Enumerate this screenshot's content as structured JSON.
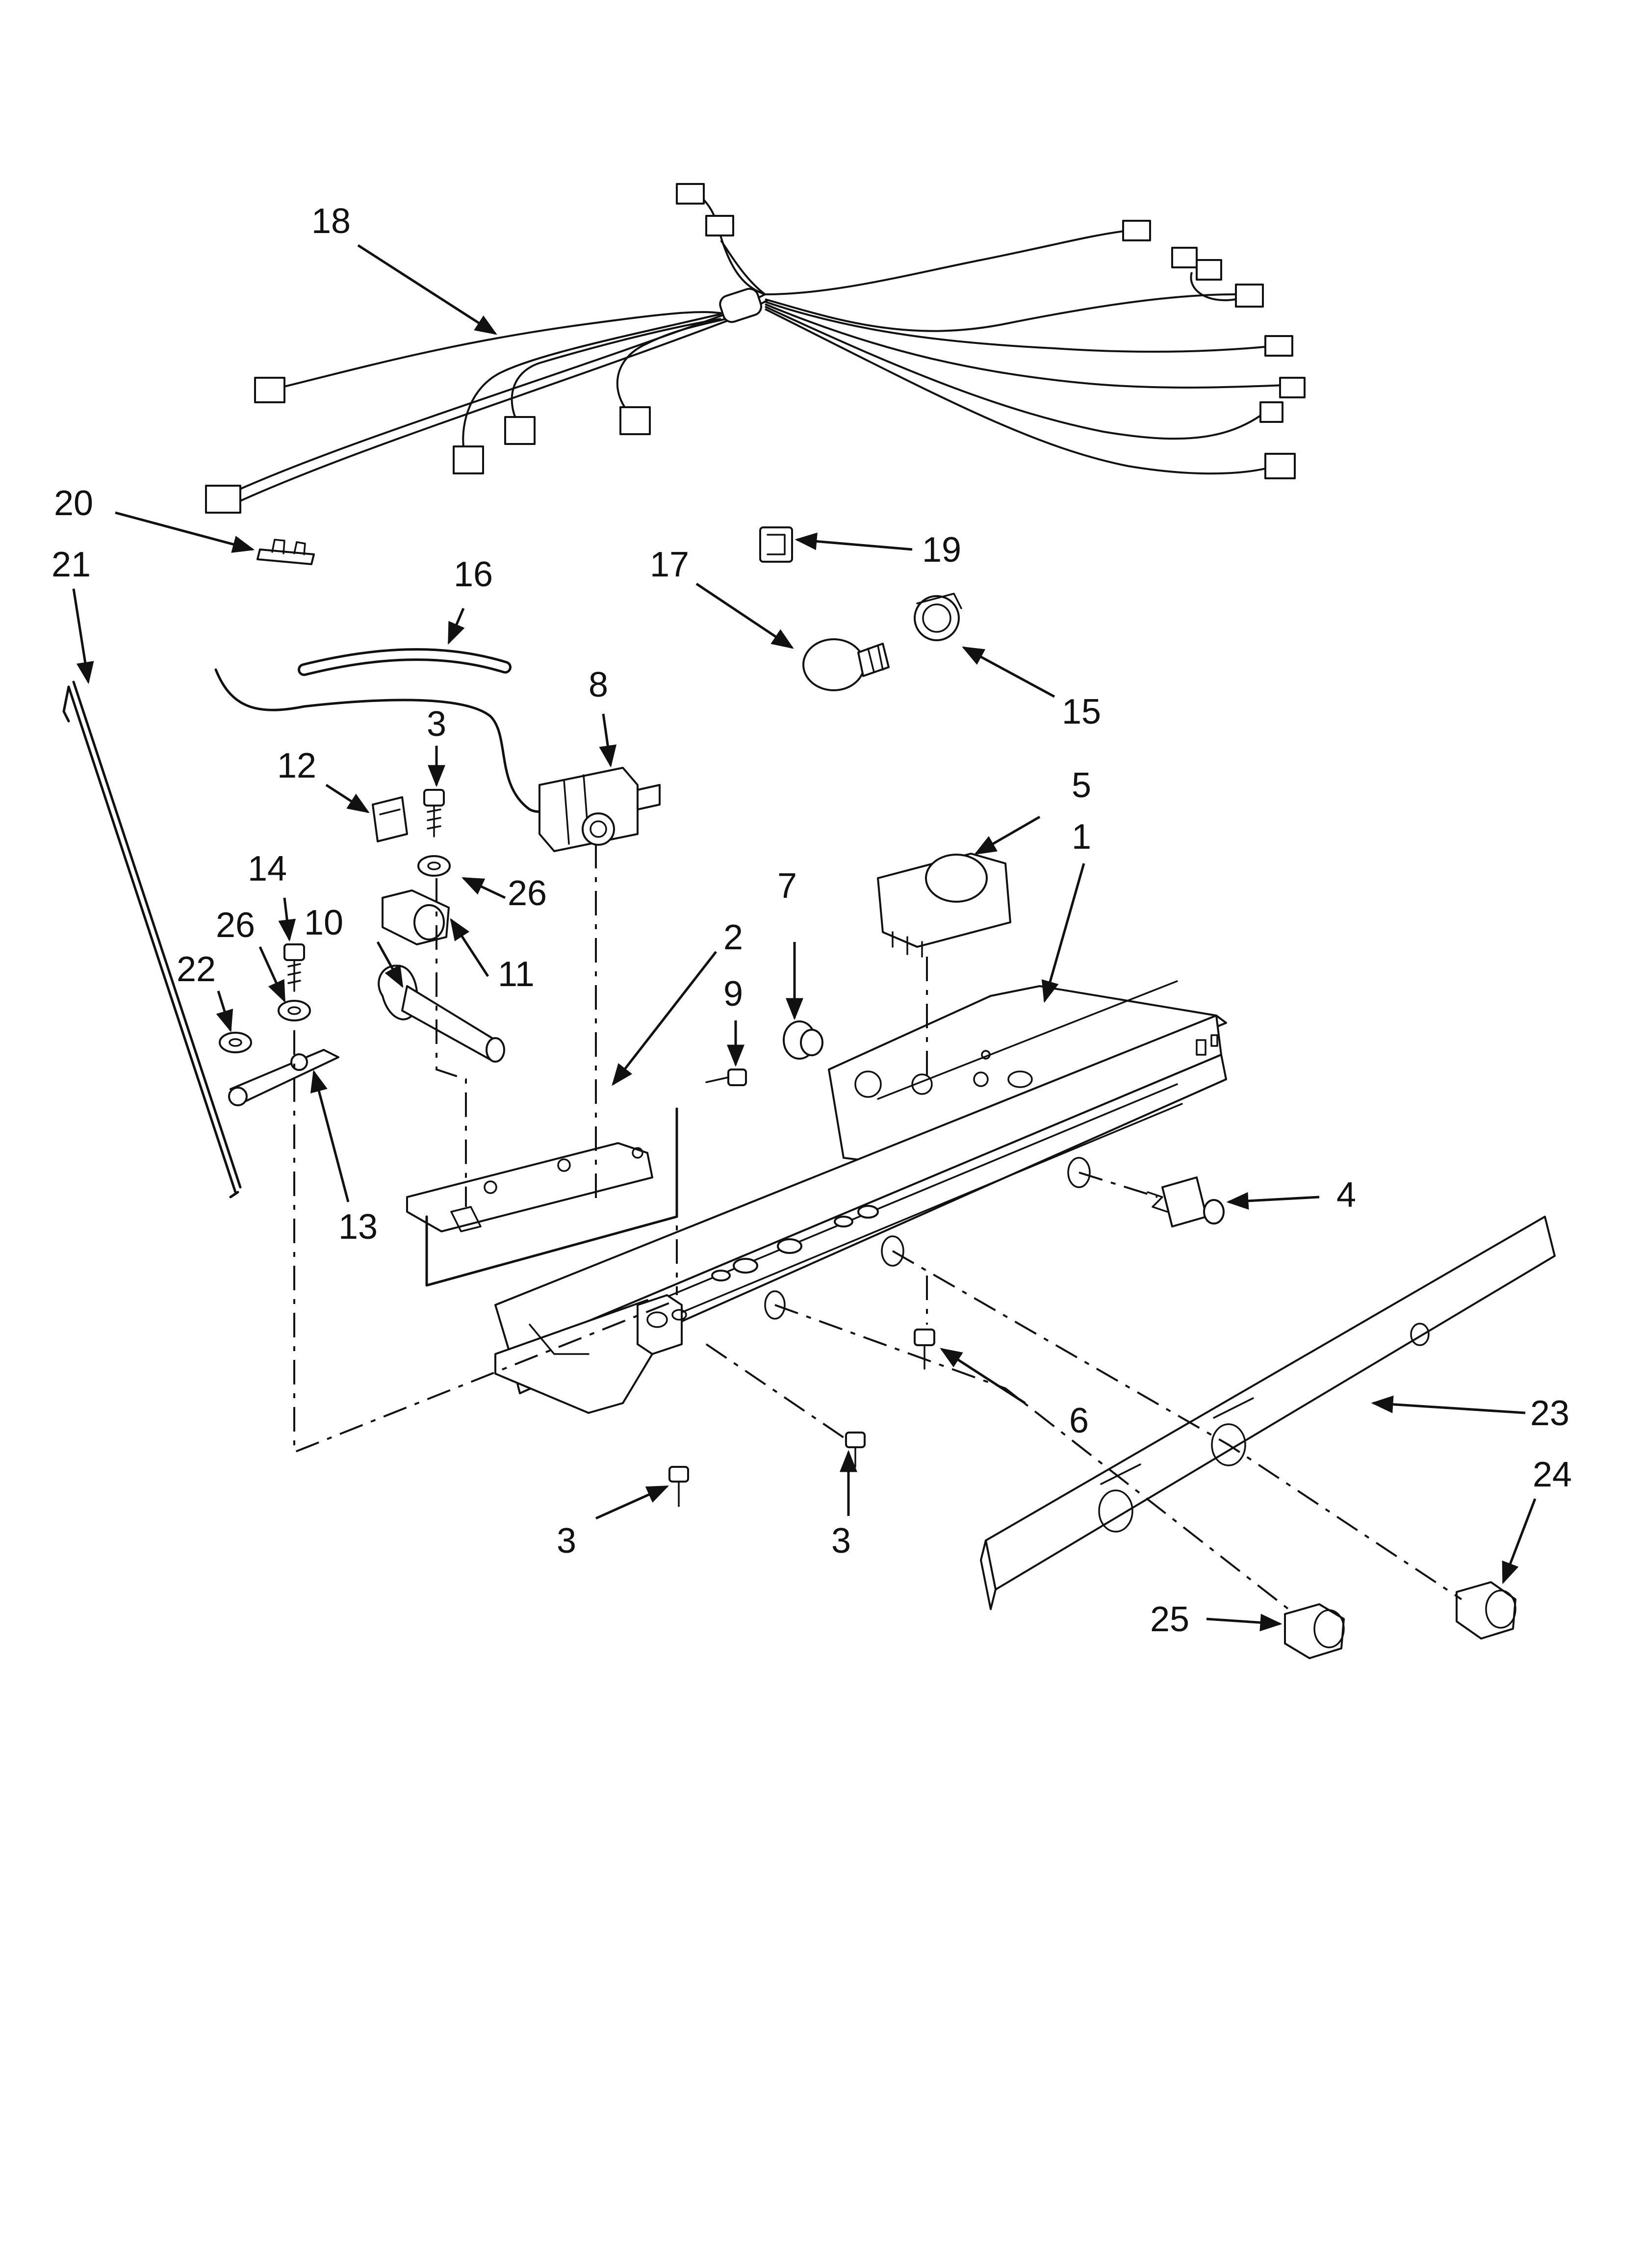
{
  "labels": {
    "p1": "1",
    "p2": "2",
    "p3a": "3",
    "p3b": "3",
    "p3c": "3",
    "p4": "4",
    "p5": "5",
    "p6": "6",
    "p7": "7",
    "p8": "8",
    "p9": "9",
    "p10": "10",
    "p11": "11",
    "p12": "12",
    "p13": "13",
    "p14": "14",
    "p15": "15",
    "p16": "16",
    "p17": "17",
    "p18": "18",
    "p19": "19",
    "p20": "20",
    "p21": "21",
    "p22": "22",
    "p23": "23",
    "p24": "24",
    "p25": "25",
    "p26a": "26",
    "p26b": "26"
  }
}
